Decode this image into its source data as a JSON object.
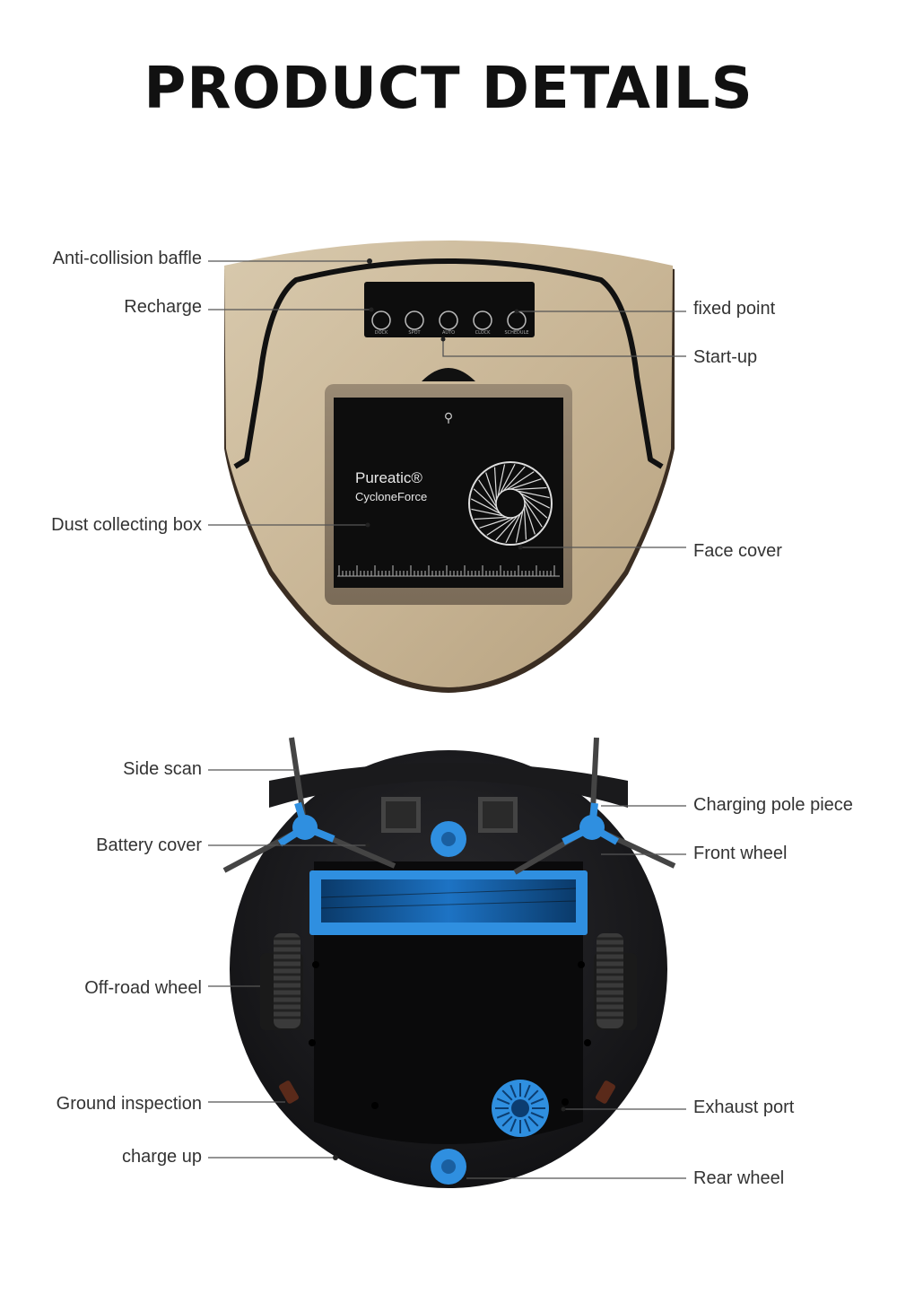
{
  "page": {
    "title": "PRODUCT DETAILS"
  },
  "top_view": {
    "labels_left": [
      {
        "key": "anti_collision",
        "text": "Anti-collision baffle"
      },
      {
        "key": "recharge",
        "text": "Recharge"
      },
      {
        "key": "dust_box",
        "text": "Dust collecting box"
      }
    ],
    "labels_right": [
      {
        "key": "fixed_point",
        "text": "fixed point"
      },
      {
        "key": "start_up",
        "text": "Start-up"
      },
      {
        "key": "face_cover",
        "text": "Face cover"
      }
    ],
    "buttons": [
      "DOCK",
      "SPOT",
      "AUTO",
      "CLOCK",
      "SCHEDULE"
    ],
    "brand": "Pureatic",
    "model": "CycloneForce"
  },
  "bottom_view": {
    "labels_left": [
      {
        "key": "side_scan",
        "text": "Side scan"
      },
      {
        "key": "battery_cover",
        "text": "Battery cover"
      },
      {
        "key": "off_road_wheel",
        "text": "Off-road wheel"
      },
      {
        "key": "ground_inspection",
        "text": "Ground inspection"
      },
      {
        "key": "charge_up",
        "text": "charge up"
      }
    ],
    "labels_right": [
      {
        "key": "charging_pole",
        "text": "Charging pole piece"
      },
      {
        "key": "front_wheel",
        "text": "Front wheel"
      },
      {
        "key": "exhaust_port",
        "text": "Exhaust port"
      },
      {
        "key": "rear_wheel",
        "text": "Rear wheel"
      }
    ]
  },
  "colors": {
    "body_gold": "#cbb99b",
    "body_dark": "#1d1d1f",
    "accent_blue": "#2f8fe0",
    "panel_black": "#0d0d0d"
  }
}
